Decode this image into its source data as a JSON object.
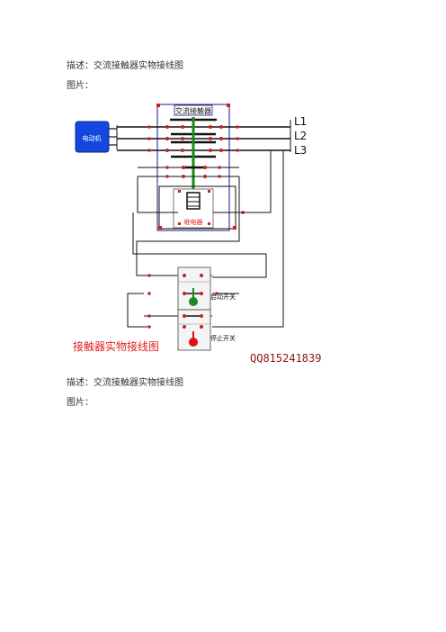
{
  "document": {
    "paragraphs": [
      {
        "description": "描述：交流接触器实物接线图",
        "picture_label": "图片："
      },
      {
        "description": "描述：交流接触器实物接线图",
        "picture_label": "图片："
      }
    ]
  },
  "diagram": {
    "contactor_label": "交流接触器",
    "motor_label": "电动机",
    "relay_label": "继电器",
    "line_labels": [
      "L1",
      "L2",
      "L3"
    ],
    "start_switch_label": "启动开关",
    "stop_switch_label": "停止开关",
    "caption": "接触器实物接线图",
    "watermark": "QQ815241839",
    "colors": {
      "frame": "#1a1a8a",
      "wire": "#111111",
      "terminal": "#cc2020",
      "motor": "#1447e0",
      "start_button": "#1a8a1a",
      "stop_button": "#dd1111",
      "caption": "#e02020",
      "watermark": "#8a1515"
    }
  }
}
